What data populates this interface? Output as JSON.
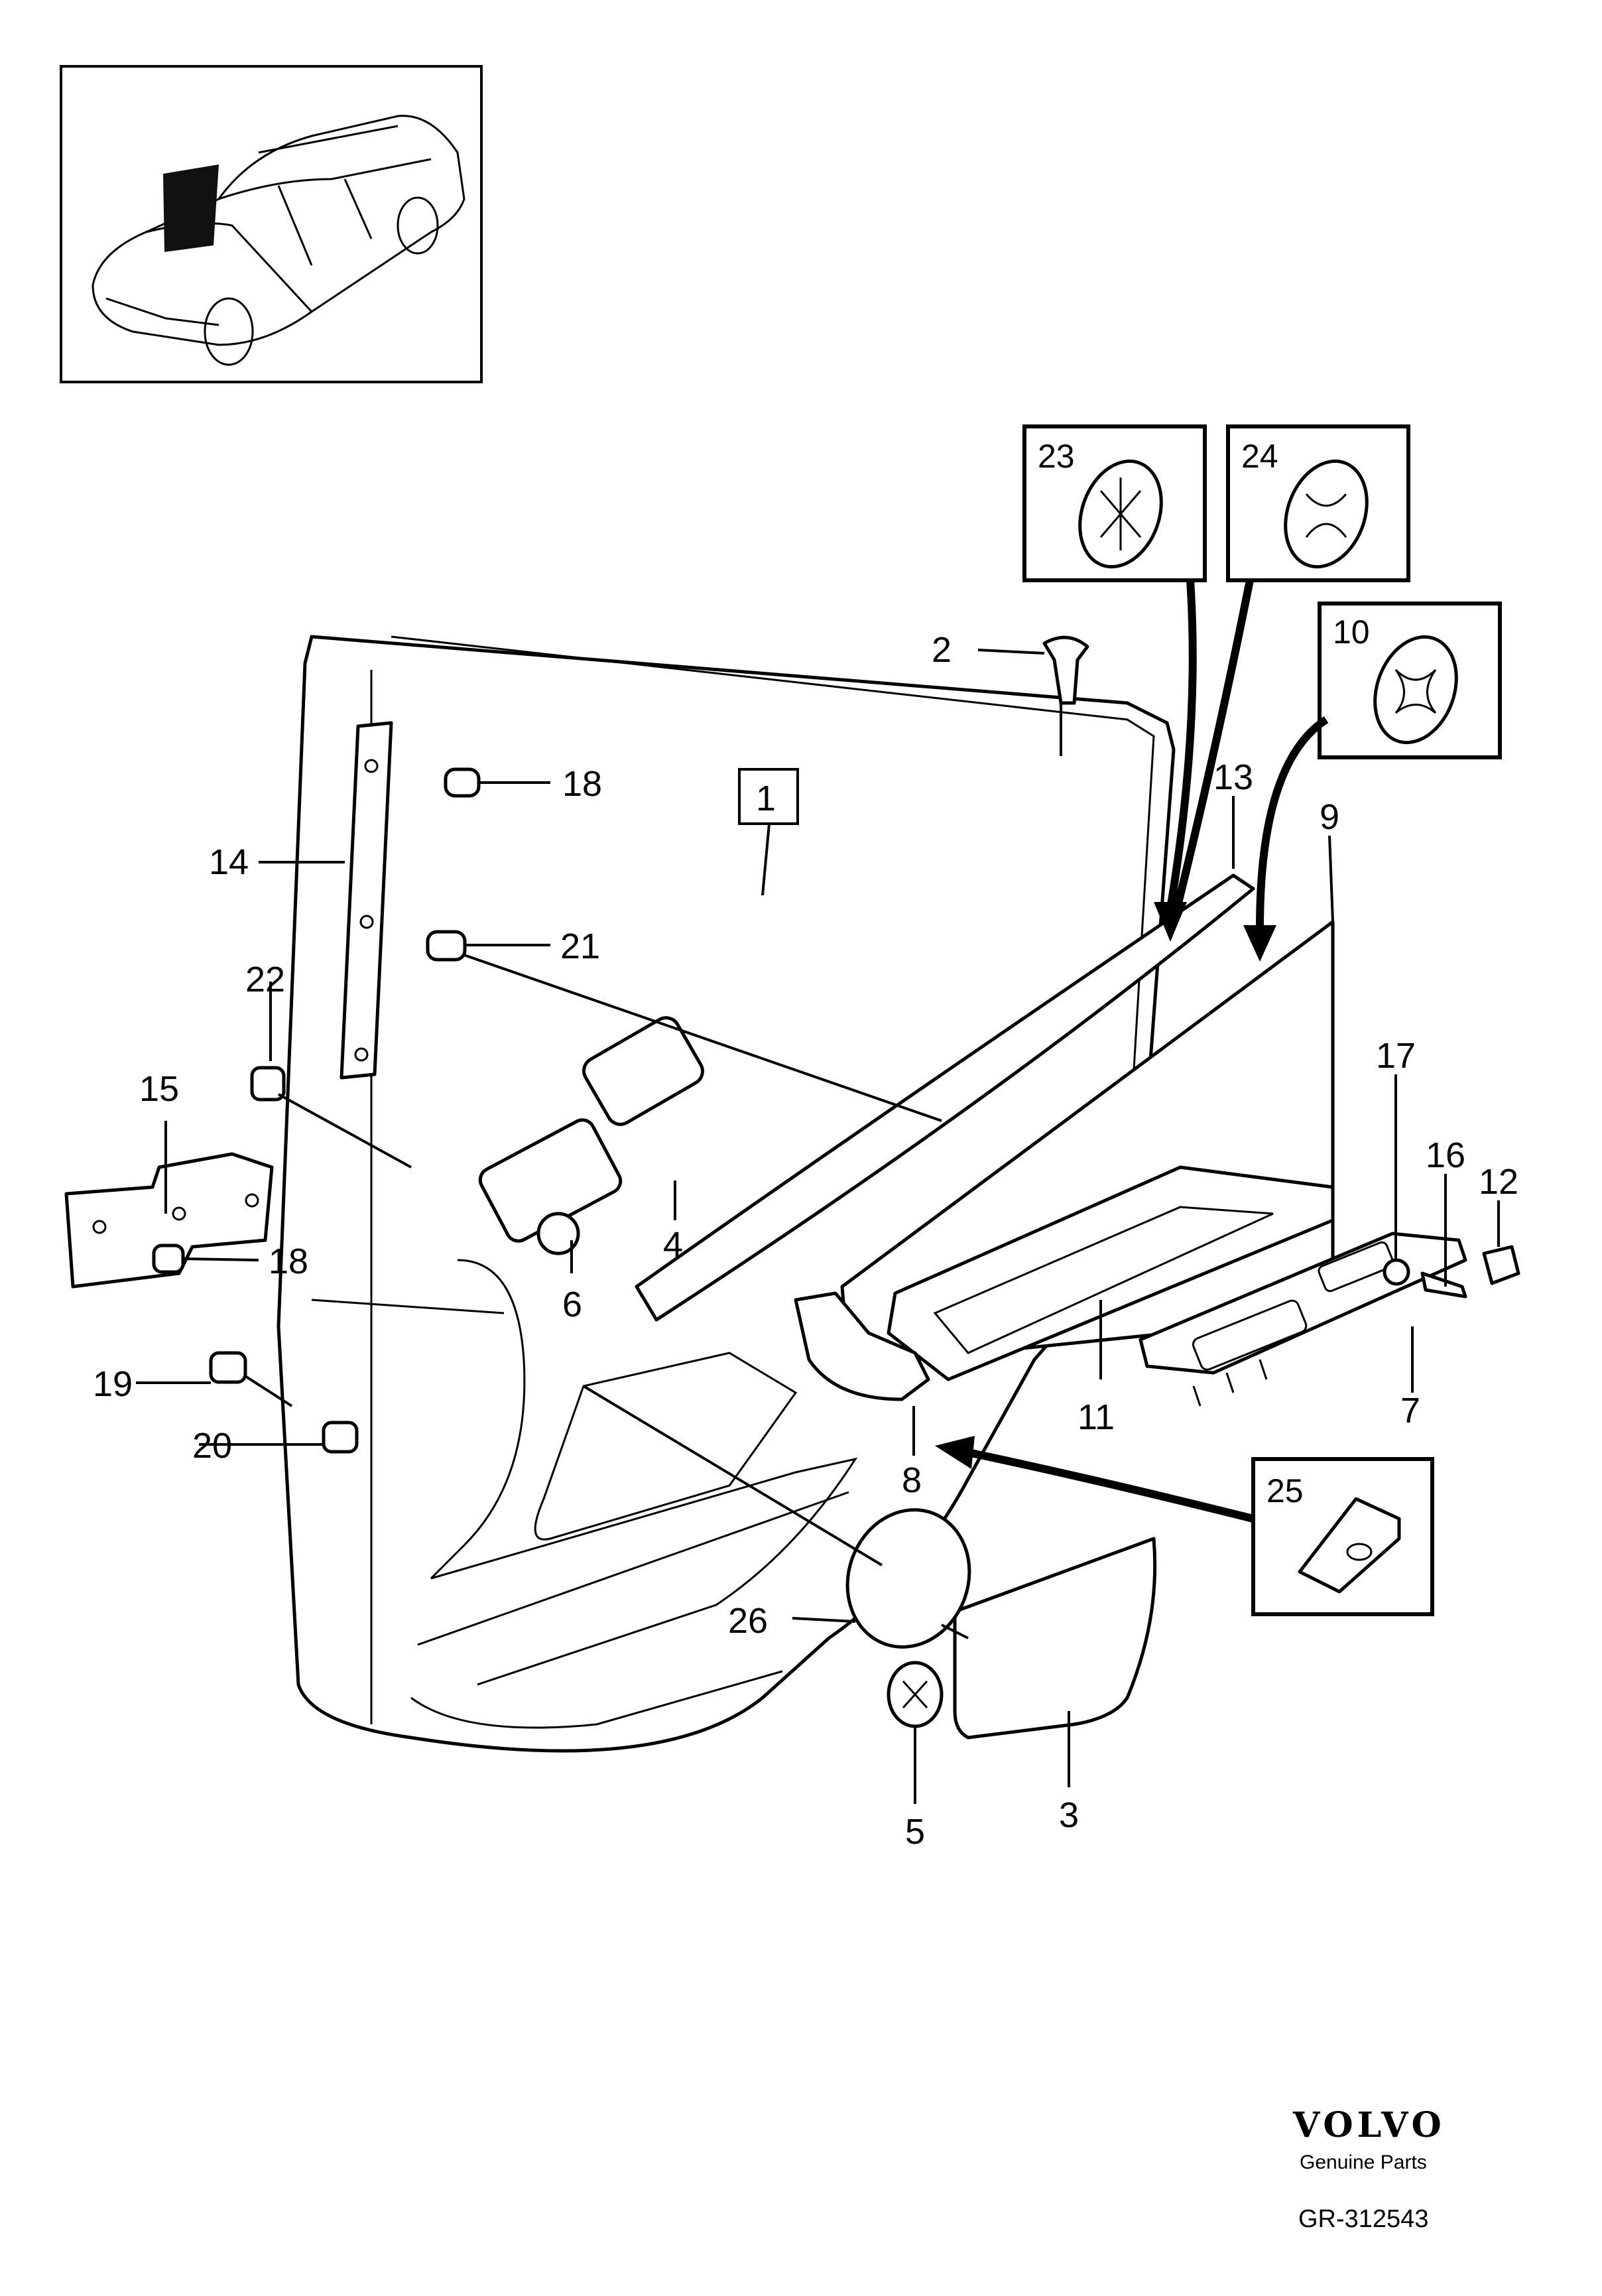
{
  "callouts": {
    "c1": "1",
    "c2": "2",
    "c3": "3",
    "c4": "4",
    "c5": "5",
    "c6": "6",
    "c7": "7",
    "c8": "8",
    "c9": "9",
    "c10": "10",
    "c11": "11",
    "c12": "12",
    "c13": "13",
    "c14": "14",
    "c15": "15",
    "c16": "16",
    "c17": "17",
    "c18a": "18",
    "c18b": "18",
    "c19": "19",
    "c20": "20",
    "c21": "21",
    "c22": "22",
    "c23": "23",
    "c24": "24",
    "c25": "25",
    "c26": "26"
  },
  "footer": {
    "brand": "VOLVO",
    "tagline": "Genuine Parts",
    "code": "GR-312543"
  }
}
